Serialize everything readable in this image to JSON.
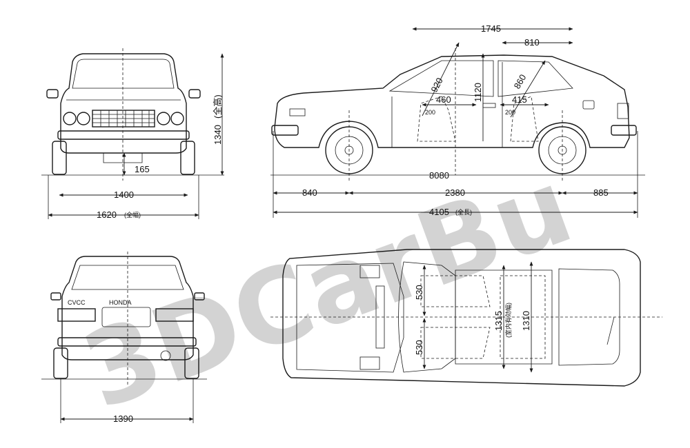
{
  "watermark": {
    "text": "3DCarBu",
    "color": "#c8c8c8"
  },
  "front_view": {
    "height_label": "1340",
    "height_note": "(全高)",
    "ground_clearance": "165",
    "track": "1400",
    "width_label": "1620",
    "width_note": "(全幅)"
  },
  "side_view": {
    "roof_length": "1745",
    "rear_window": "810",
    "front_headroom": "920",
    "cabin_height": "1120",
    "rear_headroom": "860",
    "front_seat": "460",
    "rear_seat": "415",
    "seat_offset_front": "200",
    "seat_offset_rear": "200",
    "front_overhang": "840",
    "wheelbase": "2380",
    "rear_overhang": "885",
    "front_rear_gap": "8080",
    "length_label": "4105",
    "length_note": "(全長)"
  },
  "rear_view": {
    "track": "1390",
    "badge_model": "CVCC",
    "badge_brand": "HONDA"
  },
  "top_view": {
    "left_seat": "530",
    "right_seat": "530",
    "interior_width": "1315",
    "interior_width_note": "(室内有効幅)",
    "body_width": "1310"
  }
}
